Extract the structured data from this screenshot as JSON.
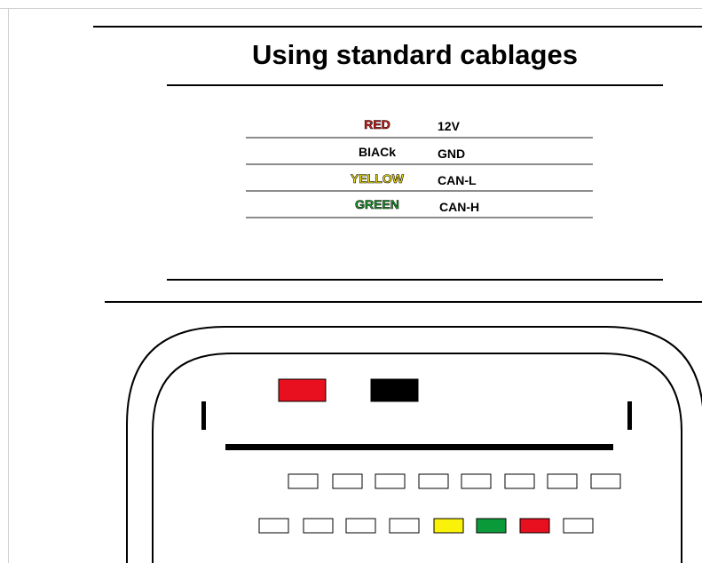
{
  "title": "Using standard cablages",
  "wiring": [
    {
      "color_name": "RED",
      "signal": "12V",
      "text_color": "#e01e1e",
      "outlined": true
    },
    {
      "color_name": "BIACk",
      "signal": "GND",
      "text_color": "#000000",
      "outlined": false
    },
    {
      "color_name": "YELLOW",
      "signal": "CAN-L",
      "text_color": "#f4e419",
      "outlined": true
    },
    {
      "color_name": "GREEN",
      "signal": "CAN-H",
      "text_color": "#1fa52c",
      "outlined": true
    }
  ],
  "connector": {
    "top_row_pins": [
      "red",
      "black"
    ],
    "middle_row_pins": [
      "empty",
      "empty",
      "empty",
      "empty",
      "empty",
      "empty",
      "empty",
      "empty"
    ],
    "bottom_row_pins": [
      "empty",
      "empty",
      "empty",
      "empty",
      "yellow",
      "green",
      "red",
      "empty"
    ]
  },
  "colors": {
    "red": "#e8101e",
    "black": "#000000",
    "yellow": "#fbf20a",
    "green": "#0b9a3a",
    "empty": "#ffffff"
  }
}
